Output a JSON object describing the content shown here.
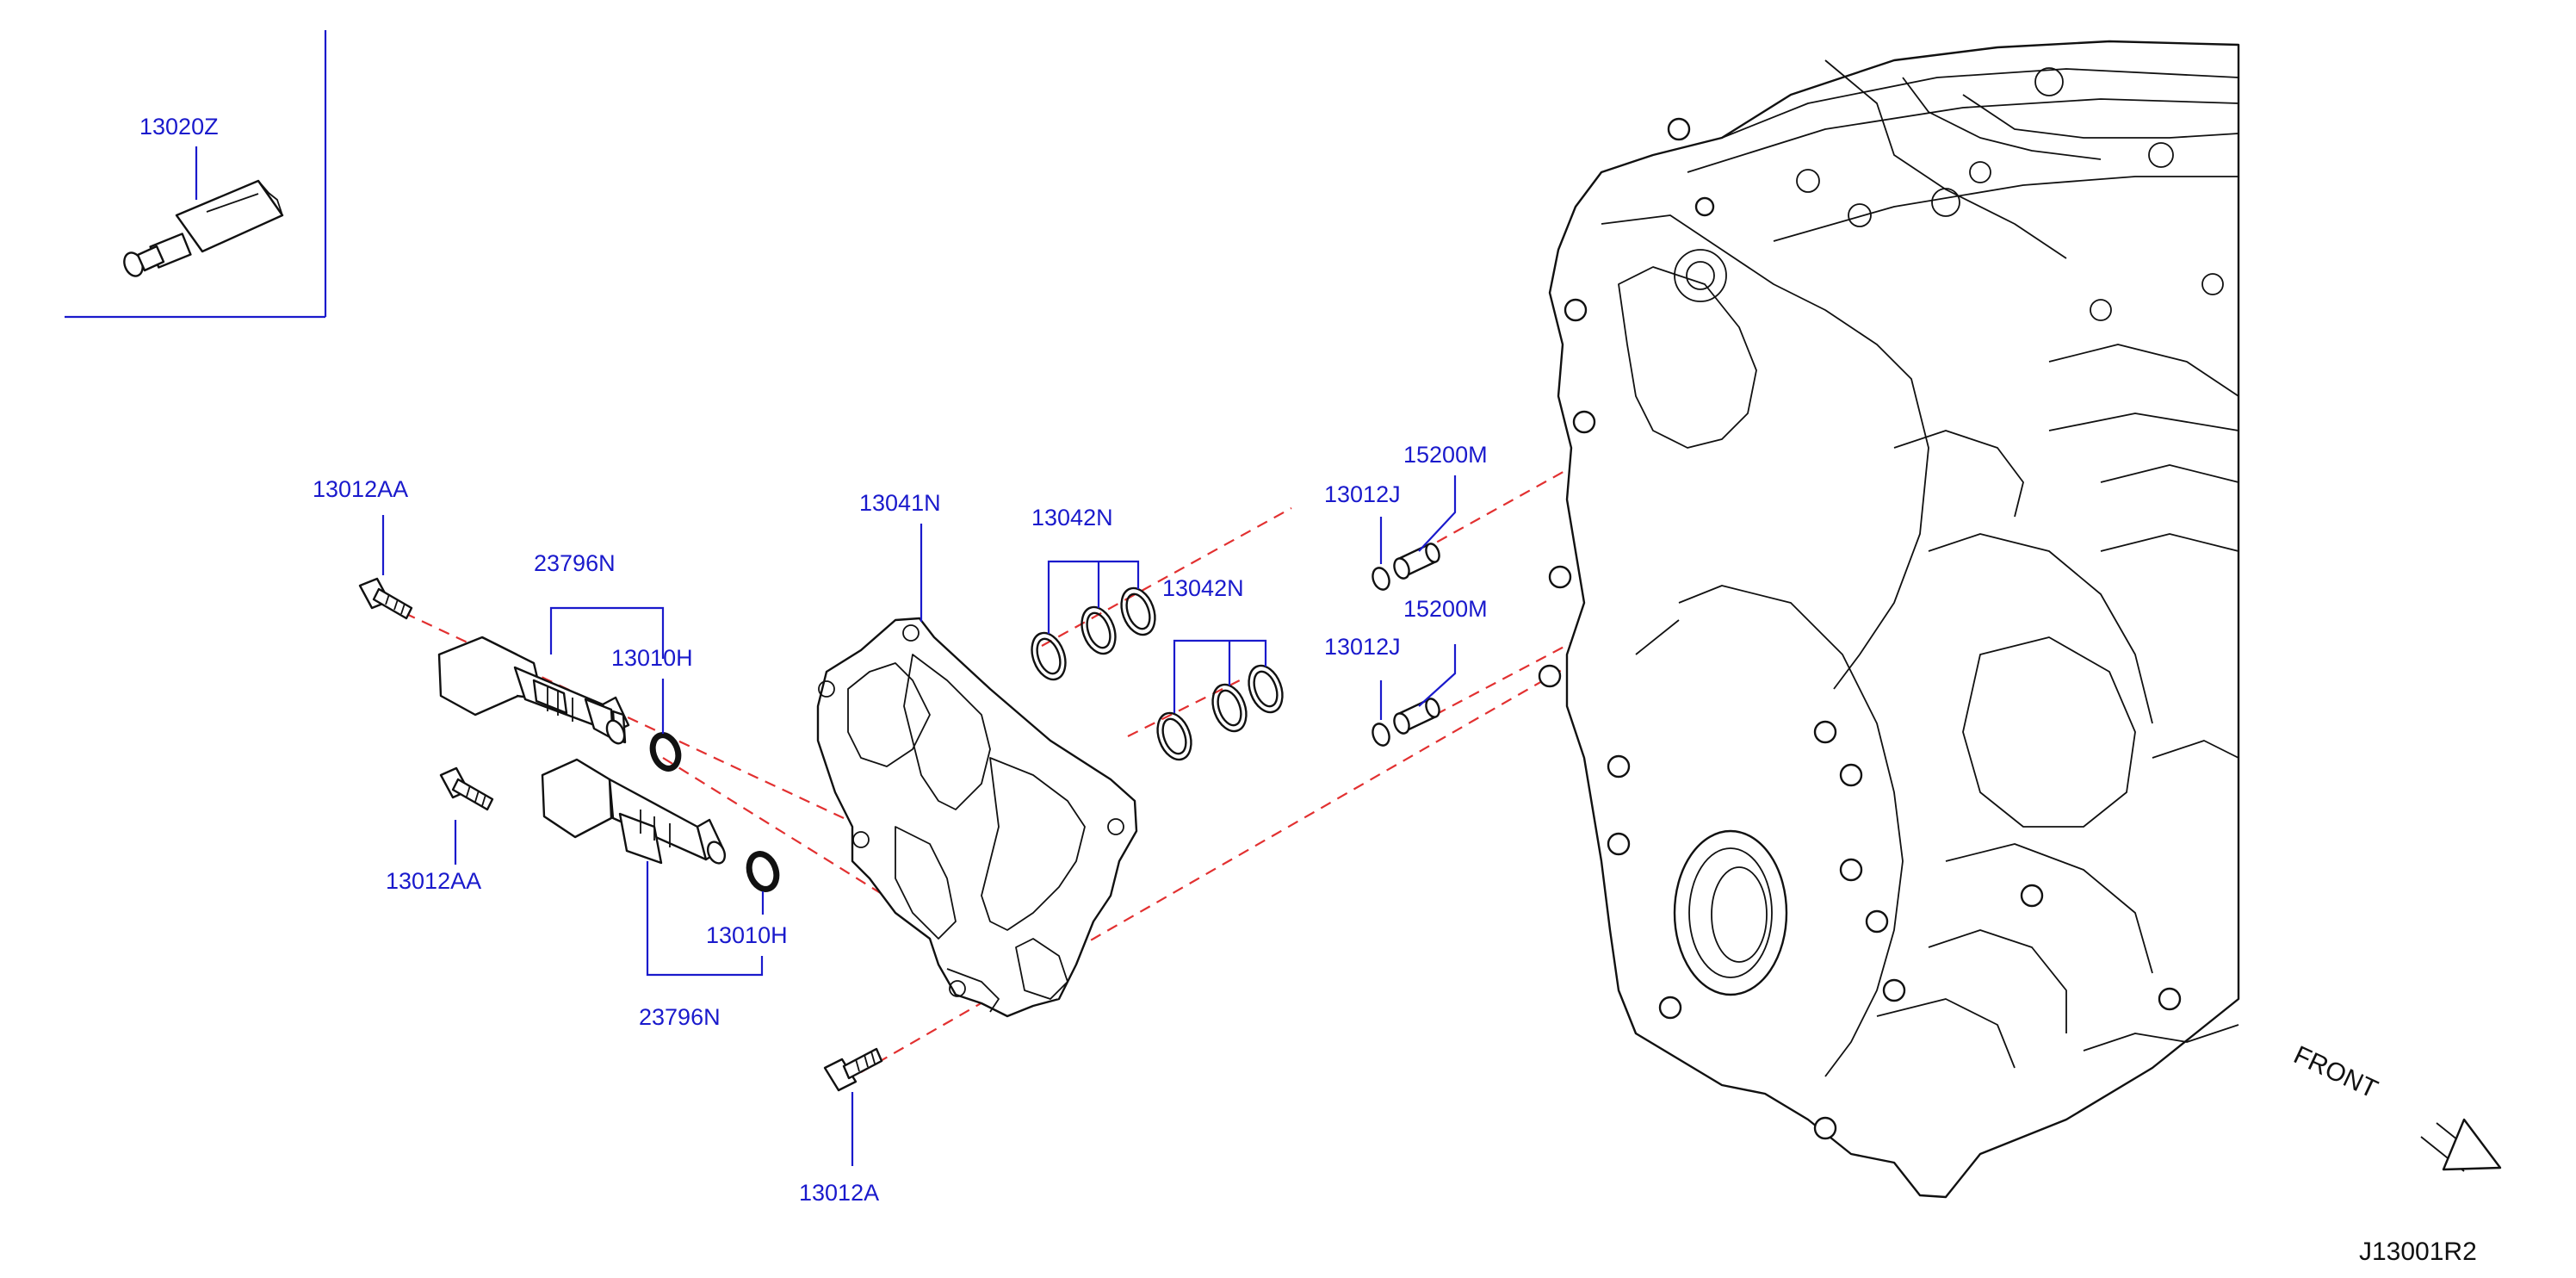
{
  "callouts": {
    "sealant": "13020Z",
    "bolt_aa_top": "13012AA",
    "solenoid_top": "23796N",
    "oring_top": "13010H",
    "cover": "13041N",
    "oring_set_top": "13042N",
    "oring_set_mid": "13042N",
    "bolt_aa_bottom": "13012AA",
    "oring_bottom": "13010H",
    "solenoid_bottom": "23796N",
    "bolt_a": "13012A",
    "washer_j_top": "13012J",
    "pipe_m_top": "15200M",
    "washer_j_bottom": "13012J",
    "pipe_m_bottom": "15200M"
  },
  "front_label": "FRONT",
  "diagram_ref": "J13001R2",
  "colors": {
    "callout": "#1a1acc",
    "dashed_line": "#e23030",
    "outline": "#111111"
  }
}
